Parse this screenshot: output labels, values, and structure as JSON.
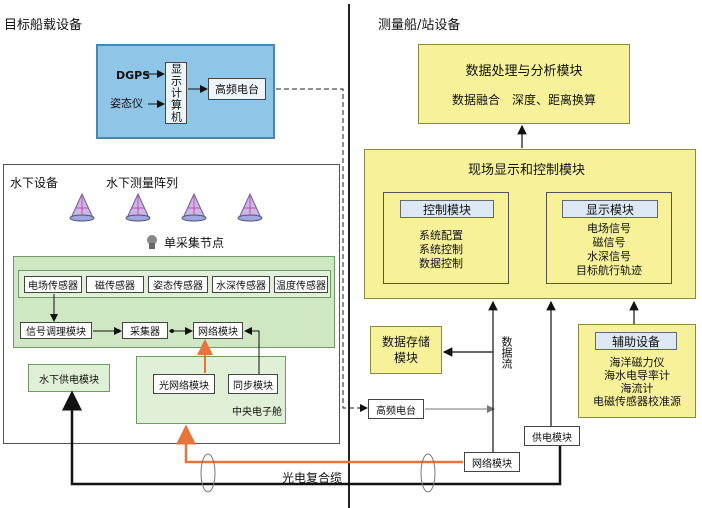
{
  "sections": {
    "left_title": "目标船载设备",
    "right_title": "测量船/站设备"
  },
  "onboard": {
    "dgps": "DGPS",
    "attitude": "姿态仪",
    "display_computer": "显示计算机",
    "hf_radio": "高频电台"
  },
  "underwater": {
    "title": "水下设备",
    "array_title": "水下测量阵列",
    "node_label": "单采集节点",
    "sensors": [
      "电场传感器",
      "磁传感器",
      "姿态传感器",
      "水深传感器",
      "温度传感器"
    ],
    "signal_module": "信号调理模块",
    "collector": "采集器",
    "network_module": "网络模块",
    "power_module": "水下供电模块",
    "optical_module": "光网络模块",
    "sync_module": "同步模块",
    "cabin": "中央电子舱",
    "cable": "光电复合缆"
  },
  "ship": {
    "processing_title": "数据处理与分析模块",
    "processing_sub": "数据融合　深度、距离换算",
    "display_control_title": "现场显示和控制模块",
    "control_title": "控制模块",
    "control_items": [
      "系统配置",
      "系统控制",
      "数据控制"
    ],
    "display_title": "显示模块",
    "display_items": [
      "电场信号",
      "磁信号",
      "水深信号",
      "目标航行轨迹"
    ],
    "storage": "数据存储模块",
    "data_flow": "数据流",
    "aux_title": "辅助设备",
    "aux_items": [
      "海洋磁力仪",
      "海水电导率计",
      "海流计",
      "电磁传感器校准源"
    ],
    "hf_radio": "高频电台",
    "power_module": "供电模块",
    "network_module": "网络模块"
  },
  "colors": {
    "blue": "#8fc6e8",
    "yellow": "#f7f29a",
    "green": "#cfe7c3",
    "orange": "#e8743b"
  }
}
